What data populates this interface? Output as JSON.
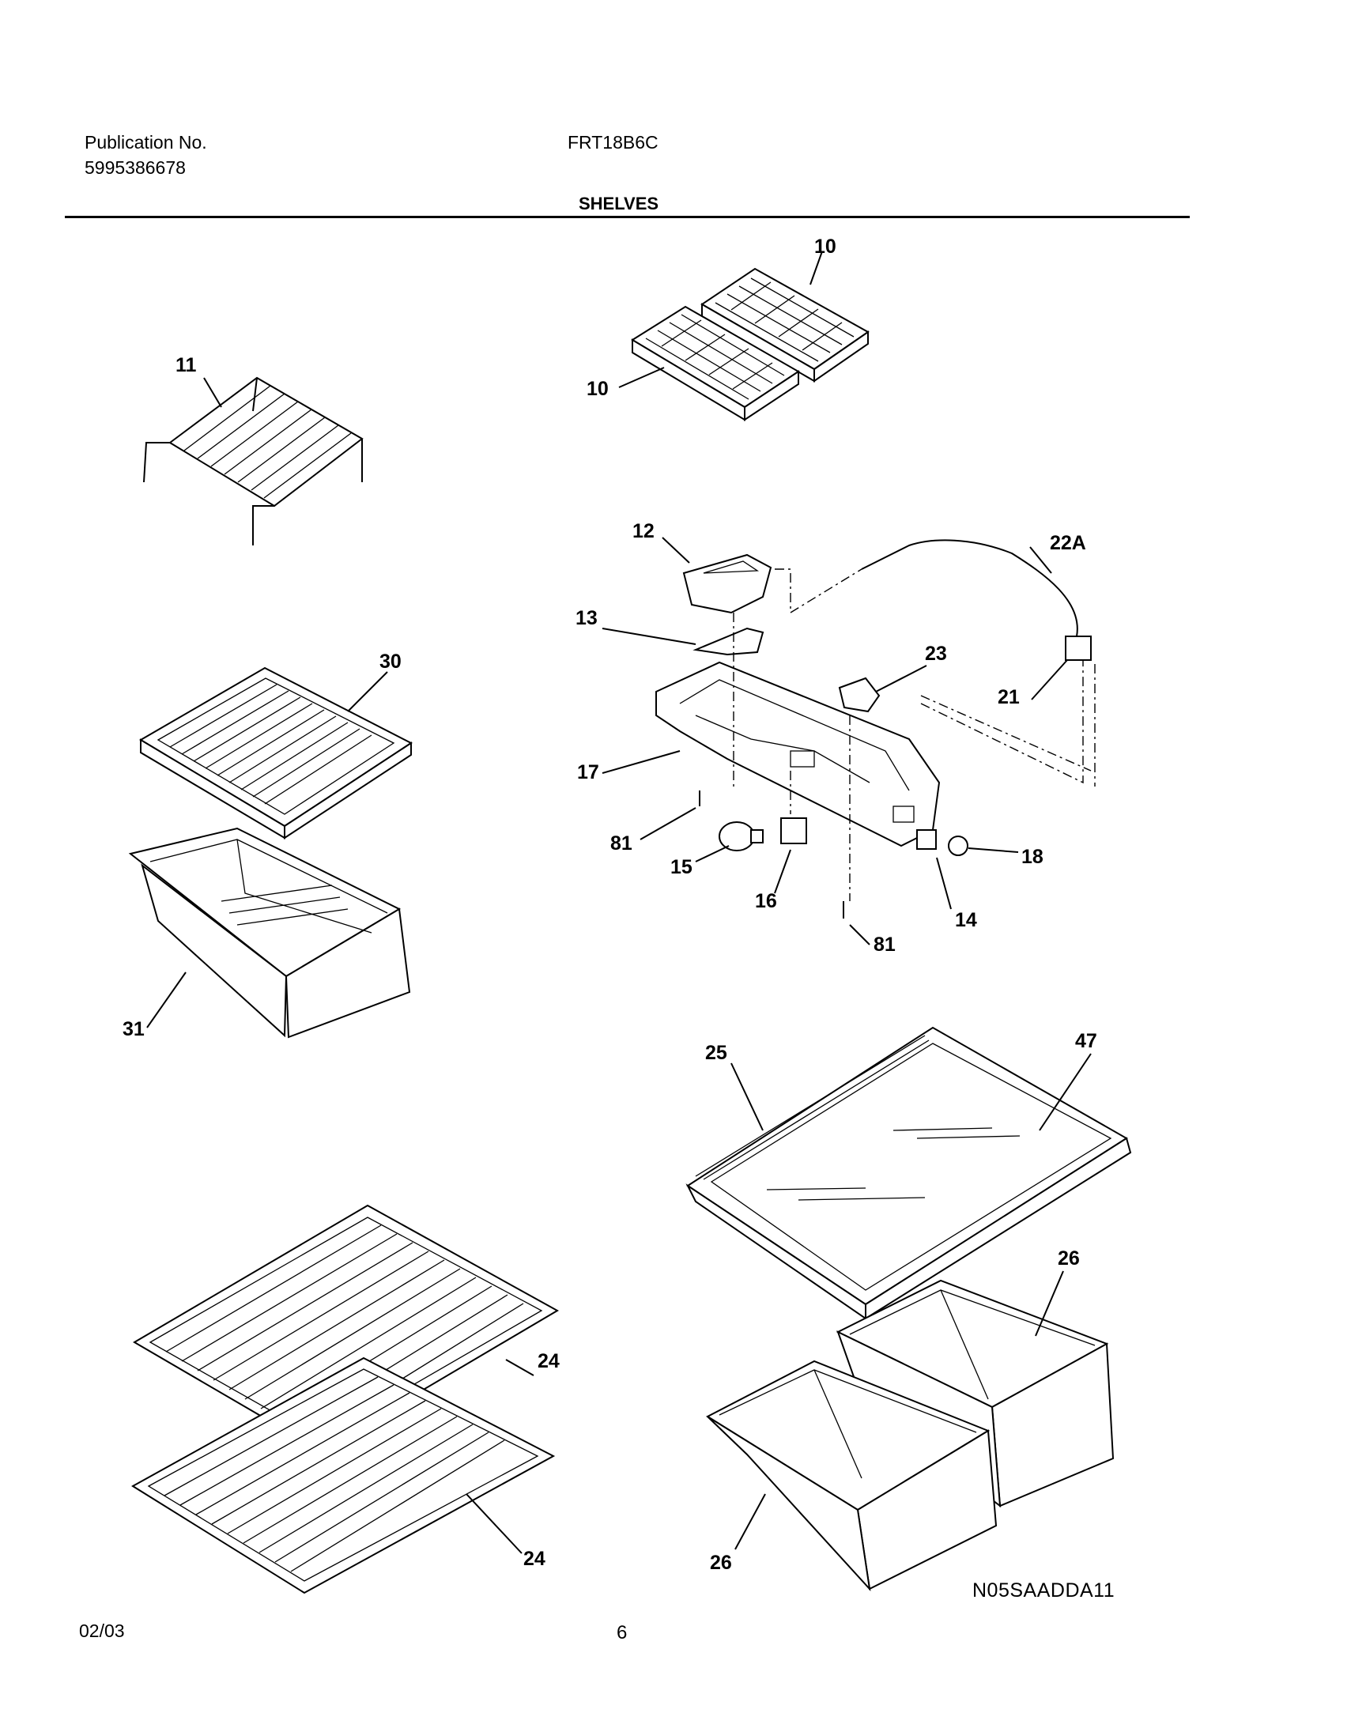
{
  "header": {
    "publication_label": "Publication No.",
    "publication_number": "5995386678",
    "model": "FRT18B6C",
    "section_title": "SHELVES"
  },
  "footer": {
    "date": "02/03",
    "page_number": "6",
    "diagram_code": "N05SAADDA11"
  },
  "callouts": {
    "p10a": "10",
    "p10b": "10",
    "p11": "11",
    "p12": "12",
    "p13": "13",
    "p22a": "22A",
    "p23": "23",
    "p21": "21",
    "p17": "17",
    "p81a": "81",
    "p15": "15",
    "p16": "16",
    "p81b": "81",
    "p14": "14",
    "p18": "18",
    "p30": "30",
    "p31": "31",
    "p25": "25",
    "p47": "47",
    "p26a": "26",
    "p26b": "26",
    "p24a": "24",
    "p24b": "24"
  }
}
